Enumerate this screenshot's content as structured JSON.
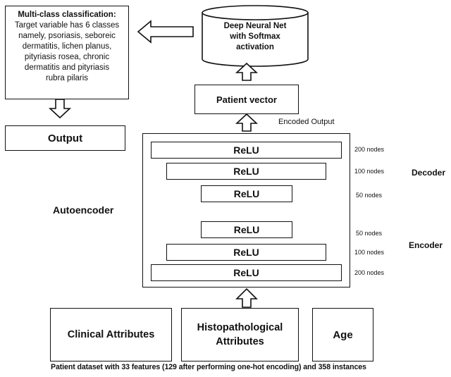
{
  "classification": {
    "title": "Multi-class classification:",
    "lines": [
      "Target variable has 6 classes",
      "namely, psoriasis, seboreic",
      "dermatitis, lichen planus,",
      "pityriasis rosea, chronic",
      "dermatitis and pityriasis",
      "rubra pilaris"
    ]
  },
  "output_label": "Output",
  "dnn_lines": [
    "Deep Neural Net",
    "with Softmax",
    "activation"
  ],
  "patient_vector": "Patient vector",
  "encoded_output": "Encoded Output",
  "autoencoder_label": "Autoencoder",
  "decoder_label": "Decoder",
  "encoder_label": "Encoder",
  "layers": [
    {
      "label": "ReLU",
      "nodes": "200 nodes"
    },
    {
      "label": "ReLU",
      "nodes": "100 nodes"
    },
    {
      "label": "ReLU",
      "nodes": "50 nodes"
    },
    {
      "label": "ReLU",
      "nodes": "50 nodes"
    },
    {
      "label": "ReLU",
      "nodes": "100 nodes"
    },
    {
      "label": "ReLU",
      "nodes": "200 nodes"
    }
  ],
  "inputs": {
    "clinical": "Clinical Attributes",
    "histo_lines": [
      "Histopathological",
      "Attributes"
    ],
    "age": "Age"
  },
  "footer": "Patient dataset with 33 features (129 after performing one-hot encoding) and 358 instances"
}
